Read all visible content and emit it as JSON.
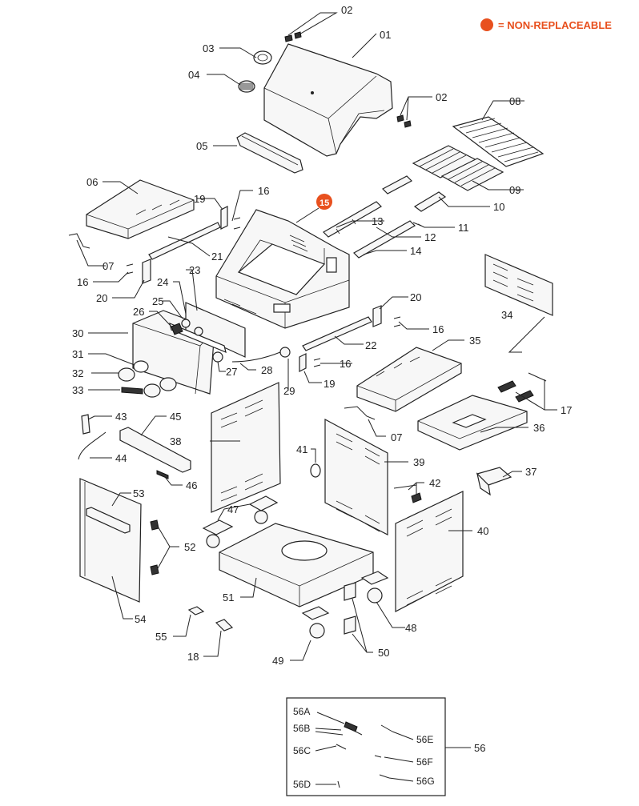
{
  "legend": {
    "text": "= NON-REPLACEABLE",
    "color": "#e8501e"
  },
  "callouts": {
    "p01": "01",
    "p02a": "02",
    "p02b": "02",
    "p03": "03",
    "p04": "04",
    "p05": "05",
    "p06": "06",
    "p07a": "07",
    "p07b": "07",
    "p08": "08",
    "p09": "09",
    "p10": "10",
    "p11": "11",
    "p12": "12",
    "p13": "13",
    "p14": "14",
    "p15": "15",
    "p16a": "16",
    "p16b": "16",
    "p16c": "16",
    "p16d": "16",
    "p17": "17",
    "p18": "18",
    "p19a": "19",
    "p19b": "19",
    "p20a": "20",
    "p20b": "20",
    "p21": "21",
    "p22": "22",
    "p23": "23",
    "p24": "24",
    "p25": "25",
    "p26": "26",
    "p27": "27",
    "p28": "28",
    "p29": "29",
    "p30": "30",
    "p31": "31",
    "p32": "32",
    "p33": "33",
    "p34": "34",
    "p35": "35",
    "p36": "36",
    "p37": "37",
    "p38": "38",
    "p39": "39",
    "p40": "40",
    "p41": "41",
    "p42": "42",
    "p43": "43",
    "p44": "44",
    "p45": "45",
    "p46": "46",
    "p47": "47",
    "p48": "48",
    "p49": "49",
    "p50": "50",
    "p51": "51",
    "p52": "52",
    "p53": "53",
    "p54": "54",
    "p55": "55"
  },
  "inset": {
    "label": "56",
    "items": {
      "a": "56A",
      "b": "56B",
      "c": "56C",
      "d": "56D",
      "e": "56E",
      "f": "56F",
      "g": "56G"
    }
  }
}
